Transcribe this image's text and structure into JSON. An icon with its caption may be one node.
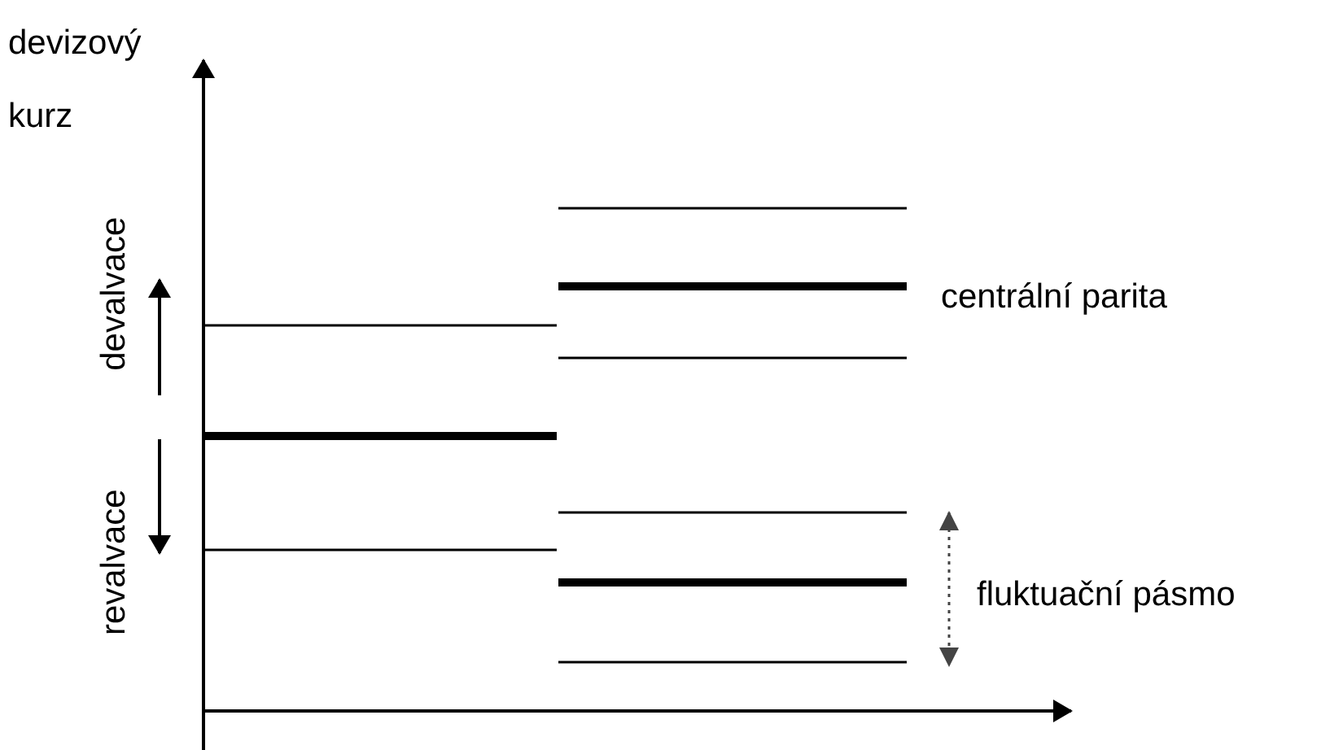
{
  "diagram": {
    "labels": [
      "devizový kurz",
      "devalvace",
      "revalvace",
      "centrální parita",
      "fluktuační pásmo"
    ]
  }
}
